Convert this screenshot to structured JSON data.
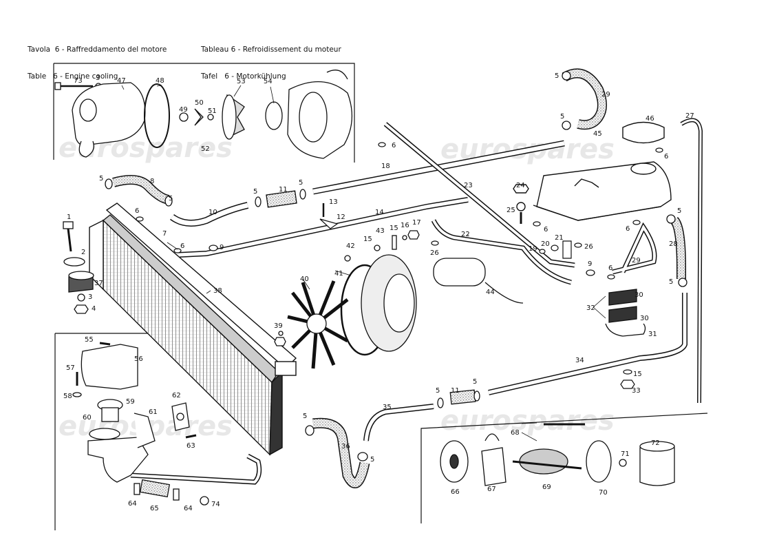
{
  "header": {
    "lines_left": [
      "Tavola  6 - Raffreddamento del motore",
      "Table   6 - Engine cooling"
    ],
    "lines_right": [
      "Tableau 6 - Refroidissement du moteur",
      "Tafel   6 - Motorkühlung"
    ]
  },
  "watermark": "eurospares",
  "part_numbers": [
    "1",
    "2",
    "3",
    "4",
    "5",
    "6",
    "7",
    "8",
    "9",
    "10",
    "11",
    "12",
    "13",
    "14",
    "15",
    "16",
    "17",
    "18",
    "19",
    "20",
    "21",
    "22",
    "23",
    "24",
    "25",
    "26",
    "27",
    "28",
    "29",
    "30",
    "31",
    "32",
    "33",
    "34",
    "35",
    "36",
    "37",
    "38",
    "39",
    "40",
    "41",
    "42",
    "43",
    "44",
    "45",
    "46",
    "47",
    "48",
    "49",
    "50",
    "51",
    "52",
    "53",
    "54",
    "55",
    "56",
    "57",
    "58",
    "59",
    "60",
    "61",
    "62",
    "63",
    "64",
    "65",
    "66",
    "67",
    "68",
    "69",
    "70",
    "71",
    "72",
    "73",
    "74"
  ],
  "colors": {
    "ink": "#111111",
    "hose_fill": "#e8e8e8",
    "watermark": "#d9d9d9"
  }
}
